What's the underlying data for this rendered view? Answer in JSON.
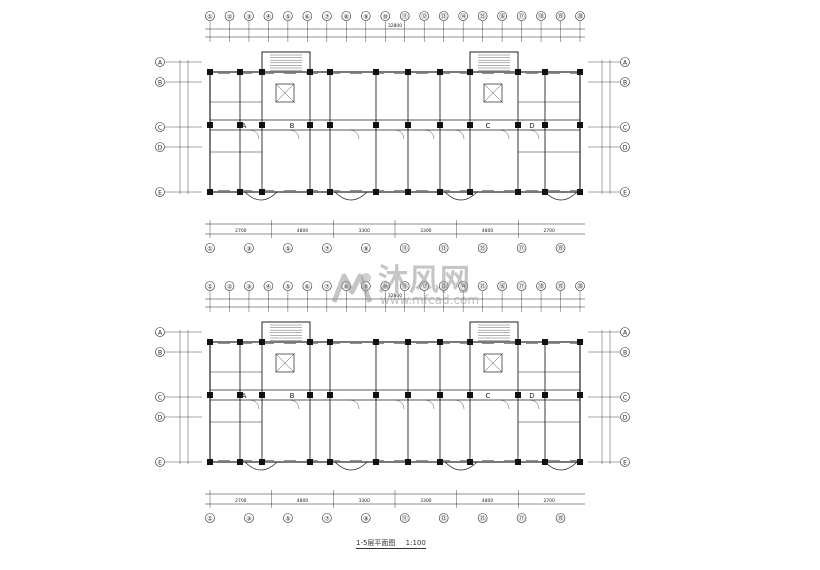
{
  "drawing": {
    "caption": "1-5层平面图",
    "scale": "1:100",
    "watermark": {
      "brand": "沐风网",
      "url": "www.mfcad.com"
    }
  },
  "plan_top": {
    "grid_labels": [
      "①",
      "②",
      "③",
      "④",
      "⑤",
      "⑥",
      "⑦",
      "⑧",
      "⑨",
      "⑩",
      "⑪",
      "⑫",
      "⑬",
      "⑭",
      "⑮",
      "⑯",
      "⑰",
      "⑱",
      "⑲",
      "⑳"
    ],
    "side_labels": [
      "A",
      "B",
      "C",
      "D",
      "E"
    ],
    "overall_dimension": "32800",
    "bottom_dims": [
      "2700",
      "4800",
      "3300",
      "3300",
      "4800",
      "2700"
    ],
    "units": [
      "A",
      "B",
      "C",
      "D"
    ]
  },
  "plan_bottom": {
    "grid_labels": [
      "①",
      "②",
      "③",
      "④",
      "⑤",
      "⑥",
      "⑦",
      "⑧",
      "⑨",
      "⑩",
      "⑪",
      "⑫",
      "⑬",
      "⑭",
      "⑮",
      "⑯",
      "⑰",
      "⑱",
      "⑲",
      "⑳"
    ],
    "side_labels": [
      "A",
      "B",
      "C",
      "D",
      "E"
    ],
    "overall_dimension": "32800",
    "bottom_dims": [
      "2700",
      "4800",
      "3300",
      "3300",
      "4800",
      "2700"
    ],
    "units": [
      "A",
      "B",
      "C",
      "D"
    ]
  },
  "colors": {
    "line": "#222222",
    "column": "#111111"
  }
}
